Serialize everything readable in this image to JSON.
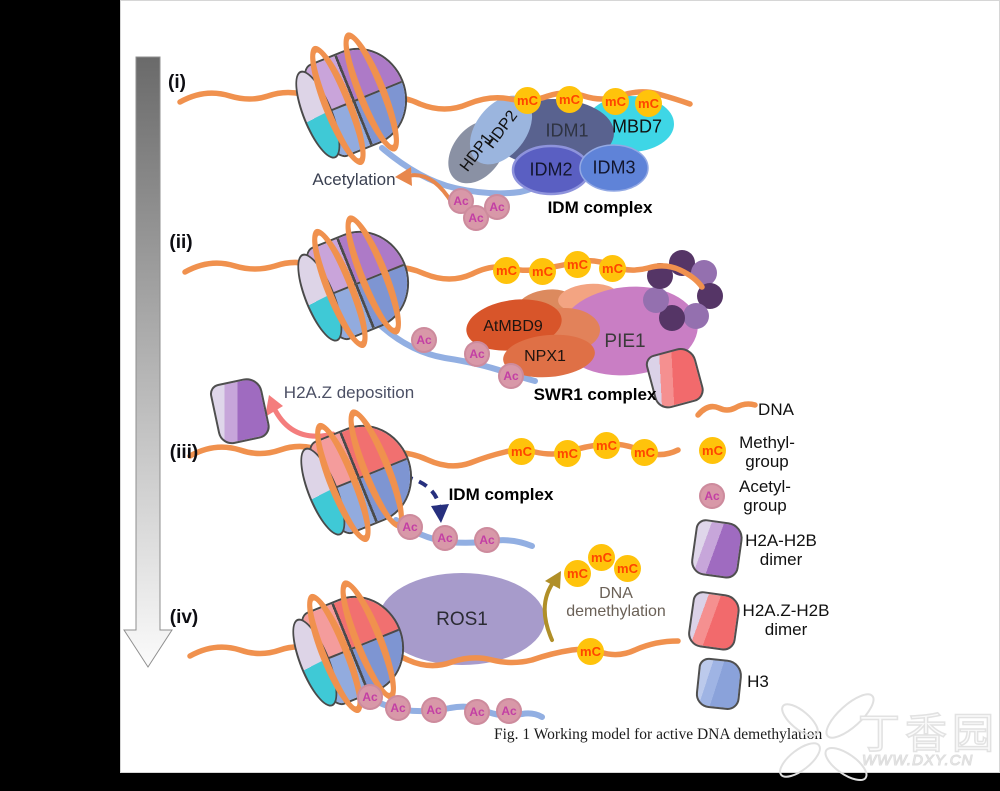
{
  "caption": "Fig. 1 Working model for active DNA demethylation",
  "symbols": {
    "methyl": "mC",
    "acetyl": "Ac"
  },
  "stages": {
    "s1": {
      "label": "(i)",
      "acetylation": "Acetylation",
      "hdp1": "HDP1",
      "hdp2": "HDP2",
      "idm1": "IDM1",
      "mbd7": "MBD7",
      "idm2": "IDM2",
      "idm3": "IDM3",
      "complex": "IDM complex"
    },
    "s2": {
      "label": "(ii)",
      "atmbd9": "AtMBD9",
      "npx1": "NPX1",
      "pie1": "PIE1",
      "complex": "SWR1 complex"
    },
    "s3": {
      "label": "(iii)",
      "deposition": "H2A.Z deposition",
      "idm": "IDM complex"
    },
    "s4": {
      "label": "(iv)",
      "ros1": "ROS1",
      "demeth1": "DNA",
      "demeth2": "demethylation"
    }
  },
  "legend": {
    "dna": "DNA",
    "methyl1": "Methyl-",
    "methyl2": "group",
    "acetyl1": "Acetyl-",
    "acetyl2": "group",
    "h2a1": "H2A-H2B",
    "h2a2": "dimer",
    "h2az1": "H2A.Z-H2B",
    "h2az2": "dimer",
    "h3": "H3"
  },
  "watermark": {
    "name": "丁香园",
    "url": "WWW.DXY.CN"
  },
  "colors": {
    "dna": "#F0914E",
    "methyl_fill": "#FFC30B",
    "methyl_text": "#FF4500",
    "acetyl_fill": "#D898A8",
    "acetyl_text": "#C33FA4",
    "h2a_h2b_dimer": "#A06CC0",
    "h2az_h2b_dimer": "#F26A6C",
    "h3": "#8AA2DA",
    "hdp1": "#8A91A4",
    "hdp2": "#9BB5DE",
    "idm1": "#59628F",
    "mbd7": "#3ED6E6",
    "idm2": "#5A5FC2",
    "idm3": "#5F83D8",
    "atmbd9": "#D8552A",
    "npx1": "#DF7046",
    "pie1": "#C97EC4",
    "ros1": "#A79BCB"
  }
}
